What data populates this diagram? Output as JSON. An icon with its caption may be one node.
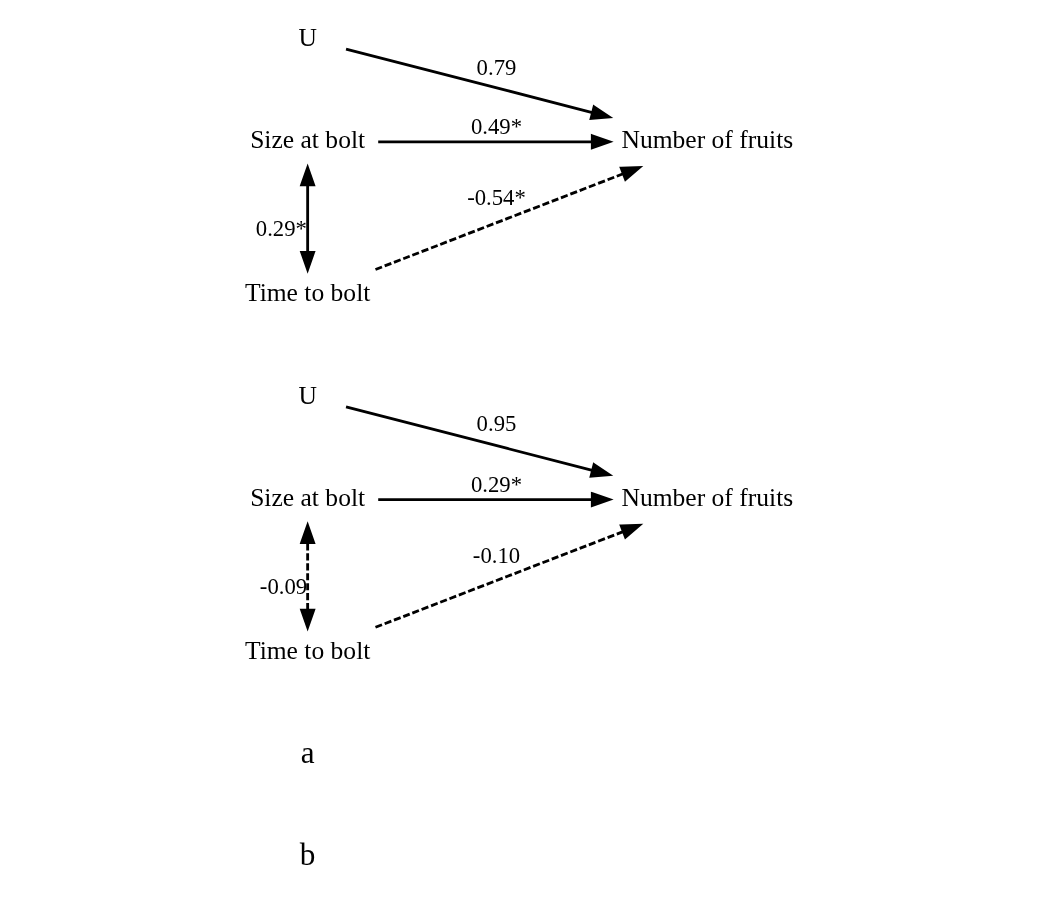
{
  "diagram": {
    "nodes": [
      {
        "text": [
          "Time to bolt"
        ]
      },
      {
        "text": [
          "Size at bolt"
        ]
      },
      {
        "text": [
          "Number of fruits"
        ]
      },
      {
        "text": [
          "U"
        ]
      },
      {
        "text": [
          "Time to bolt"
        ]
      },
      {
        "text": [
          "Size at bolt"
        ]
      },
      {
        "text": [
          "Number of fruits"
        ]
      },
      {
        "text": [
          "U"
        ]
      }
    ],
    "edges": [
      {
        "from": 0,
        "to": 1,
        "arrow": "both",
        "label": "0.29*"
      },
      {
        "from": 0,
        "to": 2,
        "arrow": "to",
        "label": "-0.54*",
        "style": "dashed"
      },
      {
        "from": 1,
        "to": 2,
        "arrow": "to",
        "label": "0.49*"
      },
      {
        "from": 3,
        "to": 2,
        "arrow": "to",
        "label": "0.79"
      },
      {
        "from": 4,
        "to": 5,
        "arrow": "both",
        "label": "-0.09",
        "style": "dashed"
      },
      {
        "from": 4,
        "to": 6,
        "arrow": "to",
        "label": "-0.10",
        "style": "dashed"
      },
      {
        "from": 5,
        "to": 6,
        "arrow": "to",
        "label": "0.29*"
      },
      {
        "from": 7,
        "to": 6,
        "arrow": "to",
        "label": "0.95"
      }
    ],
    "labels": [
      "a",
      "b"
    ]
  }
}
